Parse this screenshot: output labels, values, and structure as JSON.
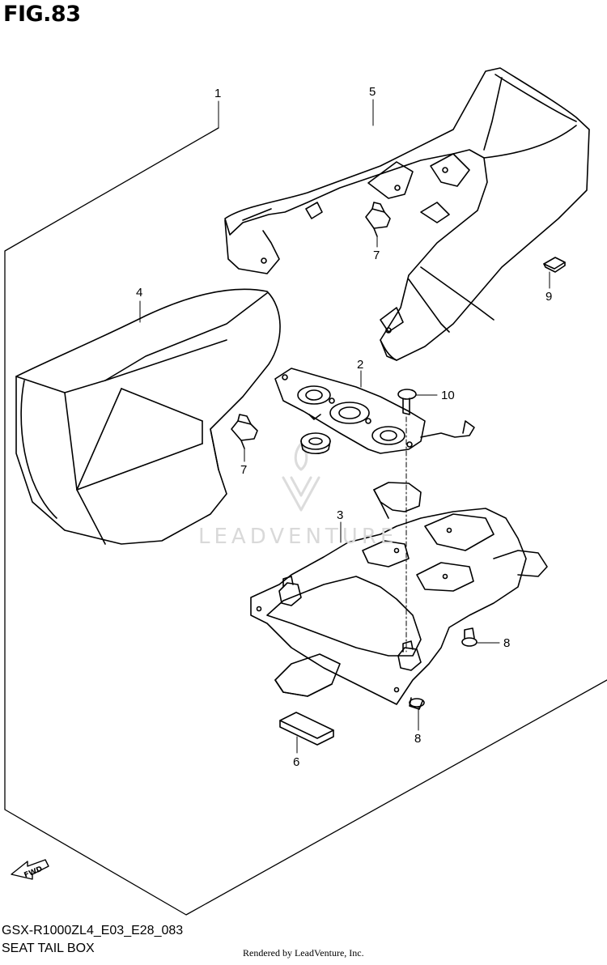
{
  "figure": {
    "title": "FIG.83"
  },
  "callouts": [
    {
      "id": "part-1",
      "label": "1"
    },
    {
      "id": "part-2",
      "label": "2"
    },
    {
      "id": "part-3",
      "label": "3"
    },
    {
      "id": "part-4",
      "label": "4"
    },
    {
      "id": "part-5",
      "label": "5"
    },
    {
      "id": "part-6",
      "label": "6"
    },
    {
      "id": "part-7a",
      "label": "7"
    },
    {
      "id": "part-7b",
      "label": "7"
    },
    {
      "id": "part-8a",
      "label": "8"
    },
    {
      "id": "part-8b",
      "label": "8"
    },
    {
      "id": "part-9",
      "label": "9"
    },
    {
      "id": "part-10",
      "label": "10"
    }
  ],
  "fwd_arrow": {
    "label": "FWD",
    "icon": "fwd-arrow-icon"
  },
  "footer": {
    "model_code": "GSX-R1000ZL4_E03_E28_083",
    "section_name": "SEAT TAIL BOX",
    "rendered_by": "Rendered by LeadVenture, Inc."
  },
  "watermark": {
    "text": "LEADVENTURE",
    "icon": "leadventure-logo-icon"
  }
}
